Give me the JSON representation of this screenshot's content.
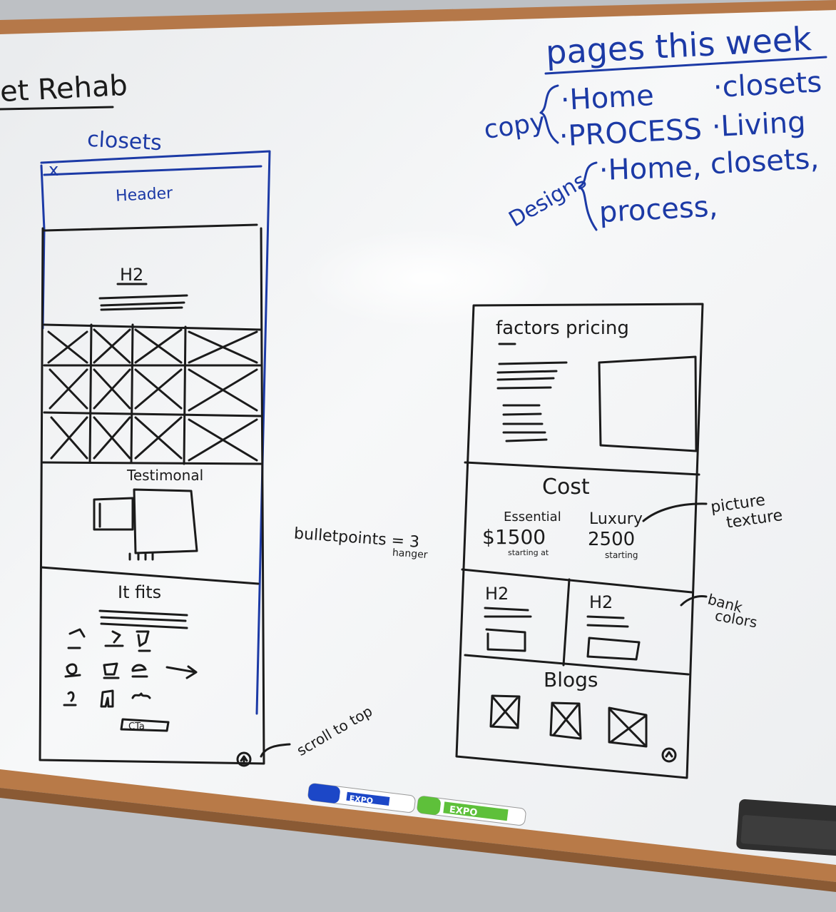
{
  "board": {
    "title_fragment": "et Rehab",
    "pages_title": "pages this week",
    "copy_label": "copy",
    "designs_label": "Designs",
    "copy_items": [
      "·Home",
      "·PROCESS",
      "·closets",
      "·Living"
    ],
    "design_items": [
      "·Home,",
      "closets,",
      "process,"
    ]
  },
  "left_wireframe": {
    "page_label": "closets",
    "close_mark": "x",
    "header_label": "Header",
    "h2_label": "H2",
    "testimonial_label": "Testimonal",
    "it_fits_label": "It fits",
    "cta_label": "CTa",
    "scroll_note": "scroll to top",
    "bullet_note_main": "bulletpoints = 3",
    "bullet_note_sub": "hanger"
  },
  "right_wireframe": {
    "factors_label": "factors pricing",
    "cost_label": "Cost",
    "essential_label": "Essential",
    "essential_price": "$1500",
    "essential_sub": "starting at",
    "luxury_label": "Luxury",
    "luxury_price": "2500",
    "luxury_sub": "starting",
    "h2_a": "H2",
    "h2_b": "H2",
    "blogs_label": "Blogs",
    "picture_note_1": "picture",
    "picture_note_2": "texture",
    "bank_note_1": "bank",
    "bank_note_2": "colors"
  },
  "tray": {
    "marker_blue_brand": "EXPO",
    "marker_green_brand": "EXPO"
  },
  "colors": {
    "board": "#f2f3f4",
    "frame": "#b77b4a",
    "ink_black": "#1b1b1b",
    "ink_blue": "#1c3aa6",
    "marker_blue": "#1c47c7",
    "marker_green": "#5ec03a",
    "eraser": "#2e2e2e"
  }
}
